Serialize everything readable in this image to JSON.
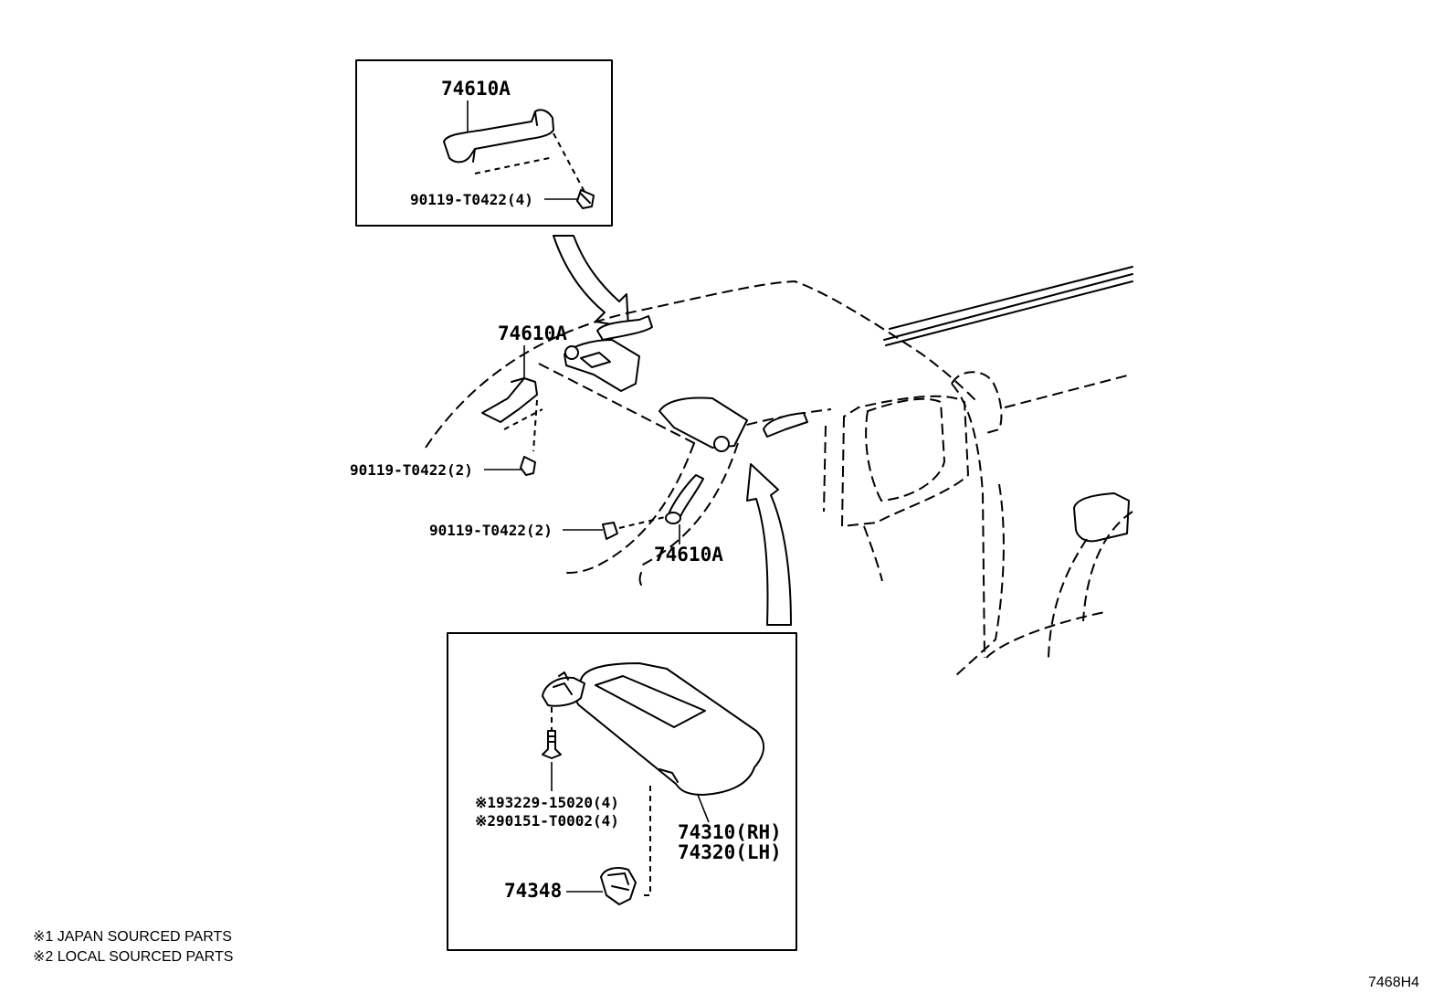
{
  "labels": {
    "top_box_part": "74610A",
    "top_box_screw": "90119-T0422(4)",
    "main_grip_part": "74610A",
    "main_grip_screw": "90119-T0422(2)",
    "pillar_screw": "90119-T0422(2)",
    "pillar_grip_part": "74610A",
    "visor_screw_jp": "※193229-15020(4)",
    "visor_screw_local": "※290151-T0002(4)",
    "visor_rh": "74310(RH)",
    "visor_lh": "74320(LH)",
    "visor_holder": "74348"
  },
  "notes": {
    "note1": "※1 JAPAN SOURCED PARTS",
    "note2": "※2 LOCAL SOURCED PARTS"
  },
  "diagram_code": "7468H4"
}
